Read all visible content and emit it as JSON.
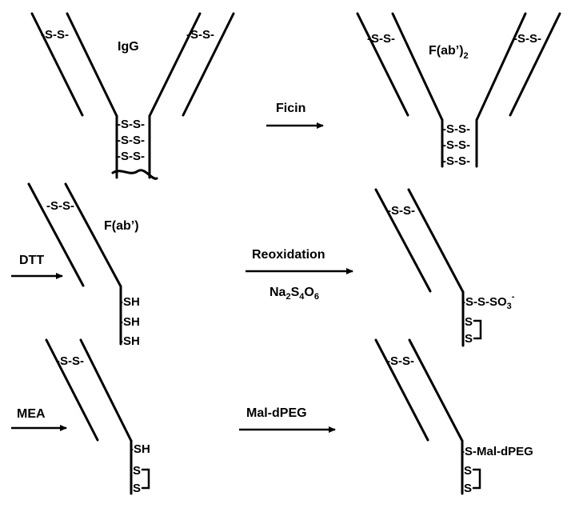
{
  "labels": {
    "igg": "IgG",
    "fab2_main": "F(ab’)",
    "fab2_sub": "2",
    "fab_prime": "F(ab’)"
  },
  "reagents": {
    "ficin": "Ficin",
    "dtt": "DTT",
    "reoxidation": "Reoxidation",
    "tetrathionate": {
      "na": "Na",
      "n1": "2",
      "s": "S",
      "n2": "4",
      "o": "O",
      "n3": "6"
    },
    "mea": "MEA",
    "mal_dpeg": "Mal-dPEG"
  },
  "bonds": {
    "disulfide": "-S-S-",
    "sh": "-SH",
    "s": "S",
    "s_s_so3": "-S-S-SO",
    "so3_sub": "3",
    "so3_sup": "-",
    "s_mal_dpeg": "-S-Mal-dPEG"
  },
  "colors": {
    "ink": "#000000",
    "background": "#ffffff"
  }
}
